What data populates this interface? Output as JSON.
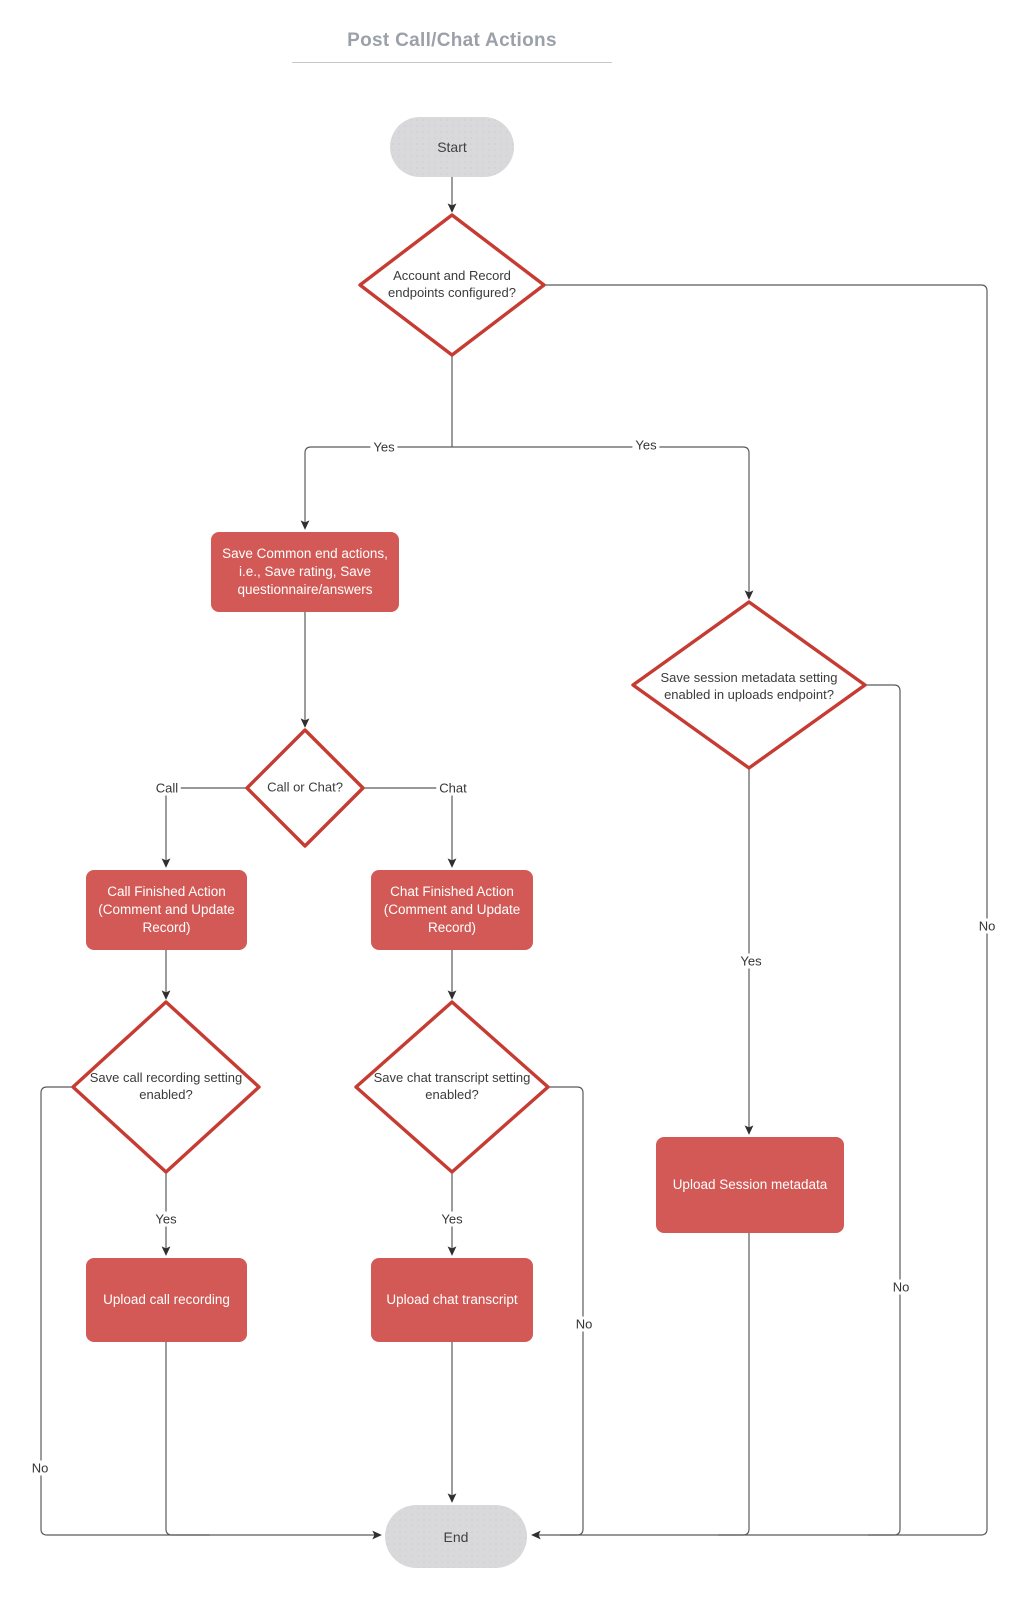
{
  "title": {
    "text": "Post Call/Chat Actions"
  },
  "nodes": {
    "start": "Start",
    "account_record_configured": "Account and Record endpoints configured?",
    "save_common": "Save Common end actions, i.e., Save rating, Save questionnaire/answers",
    "session_metadata_enabled": "Save session metadata setting enabled in uploads endpoint?",
    "call_or_chat": "Call or Chat?",
    "call_finished": "Call Finished Action (Comment and Update Record)",
    "chat_finished": "Chat Finished Action (Comment and Update Record)",
    "call_recording_enabled": "Save call recording setting enabled?",
    "chat_transcript_enabled": "Save chat transcript setting enabled?",
    "upload_call_recording": "Upload call recording",
    "upload_chat_transcript": "Upload chat transcript",
    "upload_session_metadata": "Upload Session metadata",
    "end": "End"
  },
  "edge_labels": {
    "yes_to_save_common": "Yes",
    "yes_to_session_check": "Yes",
    "no_from_endpoints_check": "No",
    "call_branch": "Call",
    "chat_branch": "Chat",
    "yes_upload_call": "Yes",
    "yes_upload_chat": "Yes",
    "yes_upload_session": "Yes",
    "no_from_call_recording": "No",
    "no_from_chat_transcript": "No",
    "no_from_session_check": "No"
  },
  "colors": {
    "action_fill": "#d25955",
    "decision_stroke": "#c63b32",
    "terminal_fill": "#d9d9dc",
    "connector": "#5a5b5e",
    "title_color": "#9ba0a9"
  }
}
